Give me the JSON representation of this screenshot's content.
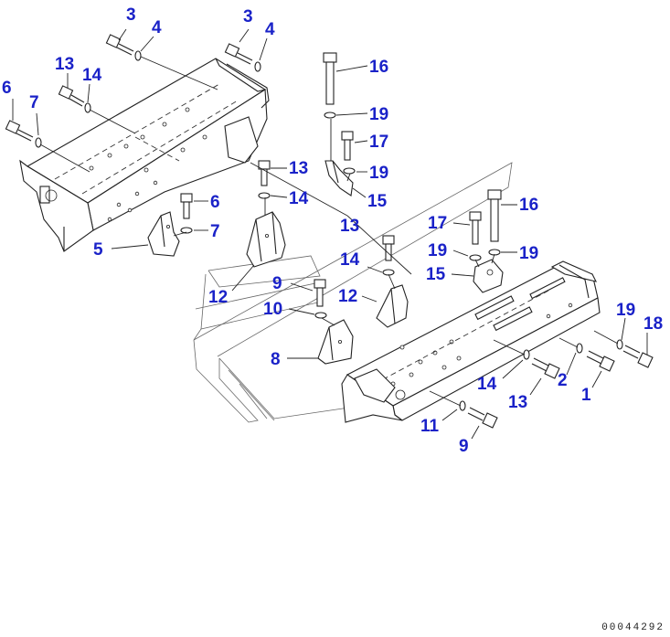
{
  "diagram": {
    "document_number": "00044292",
    "callouts": [
      {
        "id": "c3a",
        "text": "3"
      },
      {
        "id": "c4a",
        "text": "4"
      },
      {
        "id": "c3b",
        "text": "3"
      },
      {
        "id": "c4b",
        "text": "4"
      },
      {
        "id": "c13a",
        "text": "13"
      },
      {
        "id": "c14a",
        "text": "14"
      },
      {
        "id": "c6a",
        "text": "6"
      },
      {
        "id": "c7a",
        "text": "7"
      },
      {
        "id": "c16a",
        "text": "16"
      },
      {
        "id": "c19a",
        "text": "19"
      },
      {
        "id": "c17a",
        "text": "17"
      },
      {
        "id": "c19b",
        "text": "19"
      },
      {
        "id": "c13b",
        "text": "13"
      },
      {
        "id": "c14b",
        "text": "14"
      },
      {
        "id": "c15a",
        "text": "15"
      },
      {
        "id": "c6b",
        "text": "6"
      },
      {
        "id": "c7b",
        "text": "7"
      },
      {
        "id": "c5",
        "text": "5"
      },
      {
        "id": "c13c",
        "text": "13"
      },
      {
        "id": "c17b",
        "text": "17"
      },
      {
        "id": "c16b",
        "text": "16"
      },
      {
        "id": "c14c",
        "text": "14"
      },
      {
        "id": "c19c",
        "text": "19"
      },
      {
        "id": "c19d",
        "text": "19"
      },
      {
        "id": "c15b",
        "text": "15"
      },
      {
        "id": "c9a",
        "text": "9"
      },
      {
        "id": "c12a",
        "text": "12"
      },
      {
        "id": "c12b",
        "text": "12"
      },
      {
        "id": "c10",
        "text": "10"
      },
      {
        "id": "c19e",
        "text": "19"
      },
      {
        "id": "c18",
        "text": "18"
      },
      {
        "id": "c8",
        "text": "8"
      },
      {
        "id": "c2",
        "text": "2"
      },
      {
        "id": "c1",
        "text": "1"
      },
      {
        "id": "c14d",
        "text": "14"
      },
      {
        "id": "c13d",
        "text": "13"
      },
      {
        "id": "c11",
        "text": "11"
      },
      {
        "id": "c9b",
        "text": "9"
      }
    ]
  }
}
